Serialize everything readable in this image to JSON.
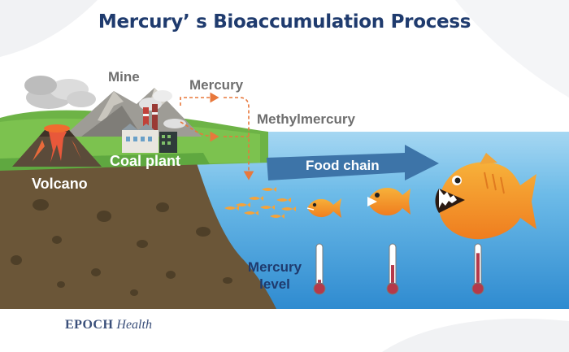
{
  "title": "Mercury’ s Bioaccumulation Process",
  "labels": {
    "mine": "Mine",
    "mercury": "Mercury",
    "methylmercury": "Methylmercury",
    "volcano": "Volcano",
    "coal_plant": "Coal plant",
    "food_chain": "Food chain",
    "mercury_level": "Mercury level"
  },
  "footer": {
    "brand": "EPOCH",
    "section": "Health"
  },
  "thermometer_levels": [
    0.18,
    0.55,
    0.85
  ],
  "colors": {
    "title_text": "#1f3b6e",
    "title_highlight": "#f6df6a",
    "water": "#4aa3dc",
    "soil": "#6b5638",
    "grass": "#6db346",
    "arrow_orange": "#e8783c",
    "food_chain_arrow": "#3d74a8",
    "fish": "#f39a2b",
    "thermometer_red": "#b5394a"
  },
  "icons": [
    "volcano-icon",
    "mine-mountain-icon",
    "coal-plant-icon",
    "fish-school-icon",
    "small-fish-icon",
    "medium-fish-icon",
    "large-fish-icon",
    "thermometer-icon"
  ]
}
